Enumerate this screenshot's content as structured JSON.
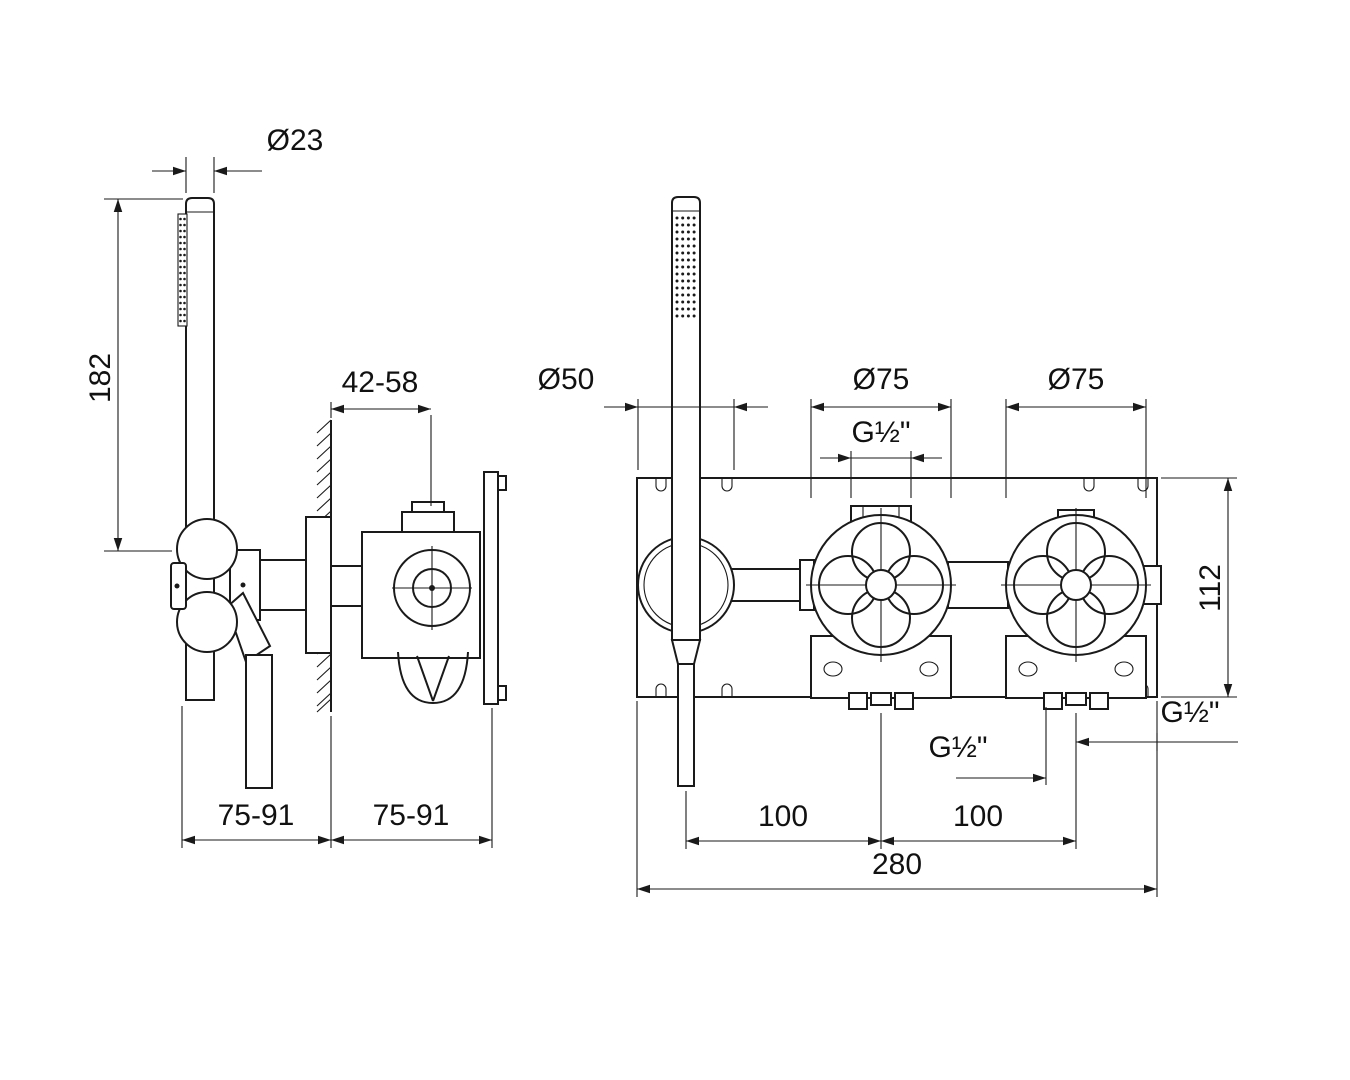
{
  "drawing": {
    "kind": "installation-dimension-drawing",
    "line_color": "#1a1a1a",
    "background_color": "#ffffff",
    "side_view": {
      "handshower_diameter": "Ø23",
      "handshower_length": "182",
      "mounting_depth_range": "42-58",
      "offset_front_range": "75-91",
      "offset_back_range": "75-91"
    },
    "front_view": {
      "holder_diameter": "Ø50",
      "trim_left_diameter": "Ø75",
      "trim_right_diameter": "Ø75",
      "top_connection_thread": "G½\"",
      "body_height": "112",
      "right_connection_thread": "G½\"",
      "center_connection_thread": "G½\"",
      "center_distance_left": "100",
      "center_distance_right": "100",
      "overall_width": "280"
    }
  }
}
